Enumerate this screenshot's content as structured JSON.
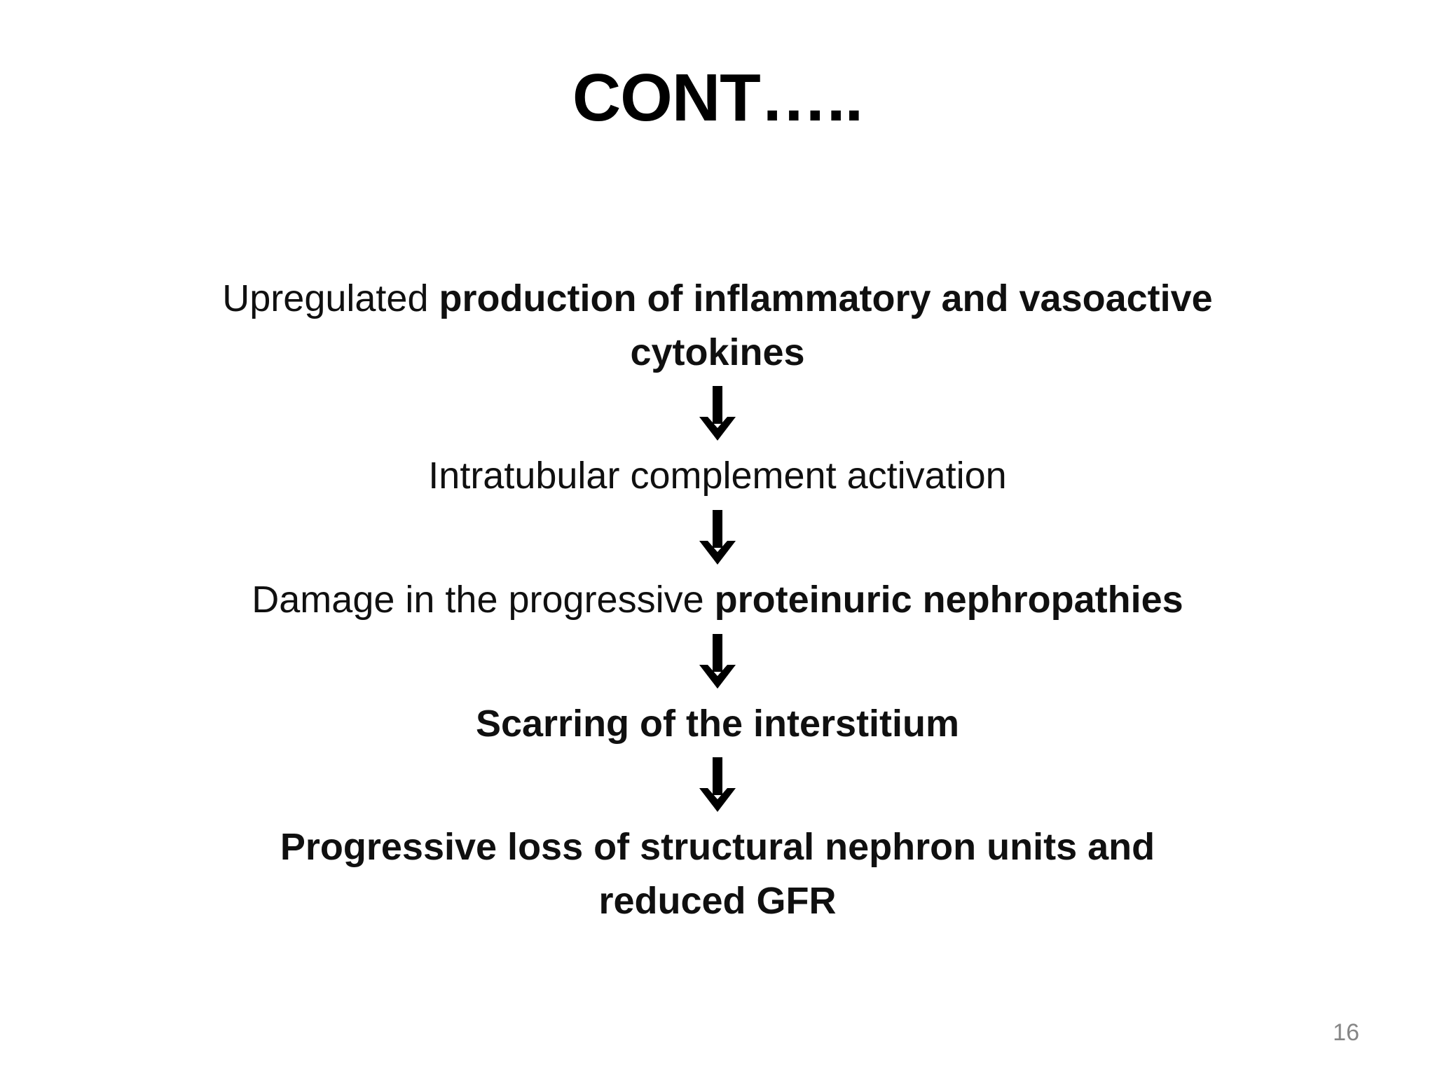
{
  "slide": {
    "title": "CONT…..",
    "number": "16",
    "background_color": "#ffffff",
    "text_color": "#000000",
    "number_color": "#868686",
    "arrow_color": "#000000"
  },
  "flow": {
    "arrow_icon": "down-arrow-icon",
    "steps": [
      {
        "id": "step-1",
        "segments": [
          {
            "text": "Upregulated ",
            "weight": "regular"
          },
          {
            "text": "production of inflammatory and vasoactive cytokines",
            "weight": "bold"
          }
        ],
        "plain": "Upregulated production of inflammatory and vasoactive cytokines"
      },
      {
        "id": "step-2",
        "segments": [
          {
            "text": "Intratubular complement activation",
            "weight": "regular"
          }
        ],
        "plain": "Intratubular complement activation"
      },
      {
        "id": "step-3",
        "segments": [
          {
            "text": "Damage in the progressive ",
            "weight": "regular"
          },
          {
            "text": "proteinuric nephropathies",
            "weight": "bold"
          }
        ],
        "plain": "Damage in the progressive proteinuric nephropathies"
      },
      {
        "id": "step-4",
        "segments": [
          {
            "text": "Scarring of the interstitium",
            "weight": "bold"
          }
        ],
        "plain": "Scarring of the interstitium"
      },
      {
        "id": "step-5",
        "segments": [
          {
            "text": "Progressive loss of structural nephron units and reduced GFR",
            "weight": "bold"
          }
        ],
        "plain": "Progressive loss of structural nephron units and reduced GFR"
      }
    ],
    "step_1_parts": {
      "lead": "Upregulated ",
      "emphasis": "production of inflammatory and vasoactive cytokines"
    },
    "step_2_parts": {
      "lead": "Intratubular complement activation"
    },
    "step_3_parts": {
      "lead": "Damage in the progressive ",
      "emphasis": "proteinuric nephropathies"
    },
    "step_4_parts": {
      "emphasis": "Scarring of the interstitium"
    },
    "step_5_parts": {
      "emphasis": "Progressive loss of structural nephron units and reduced GFR"
    }
  }
}
